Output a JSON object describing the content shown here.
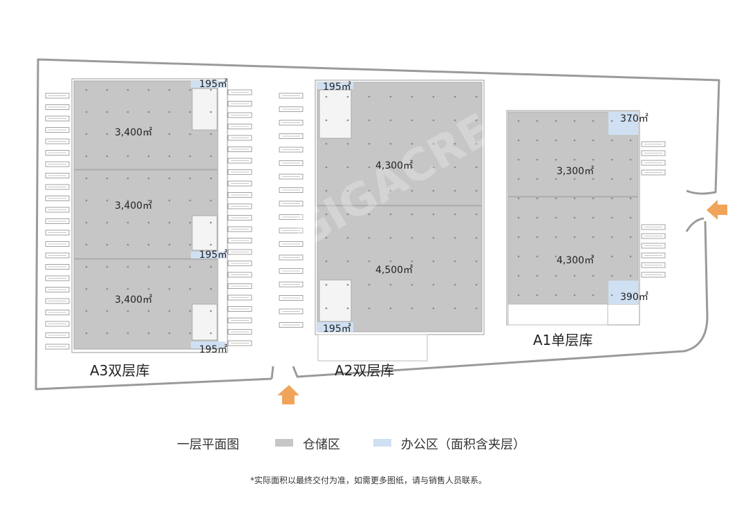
{
  "buildings": [
    {
      "name": "A3双层库",
      "warehouse_areas": [
        "3,400㎡",
        "3,400㎡",
        "3,400㎡"
      ],
      "office_areas": [
        "195㎡",
        "195㎡",
        "195㎡"
      ]
    },
    {
      "name": "A2双层库",
      "warehouse_areas": [
        "4,300㎡",
        "4,500㎡"
      ],
      "office_areas": [
        "195㎡",
        "195㎡"
      ]
    },
    {
      "name": "A1单层库",
      "warehouse_areas": [
        "3,300㎡",
        "4,300㎡"
      ],
      "office_areas": [
        "370㎡",
        "390㎡"
      ]
    }
  ],
  "legend": {
    "title": "一层平面图",
    "items": [
      {
        "label": "仓储区",
        "color": "#c6c6c6"
      },
      {
        "label": "办公区（面积含夹层）",
        "color": "#cfe0f3"
      }
    ]
  },
  "note": "*实际面积以最终交付为准，如需更多图纸，请与销售人员联系。",
  "watermark": "GIGACRE.",
  "colors": {
    "warehouse": "#c6c6c6",
    "office": "#cfe0f3",
    "site_line": "#9a9a9a",
    "entrance_arrow": "#f0a45a"
  }
}
